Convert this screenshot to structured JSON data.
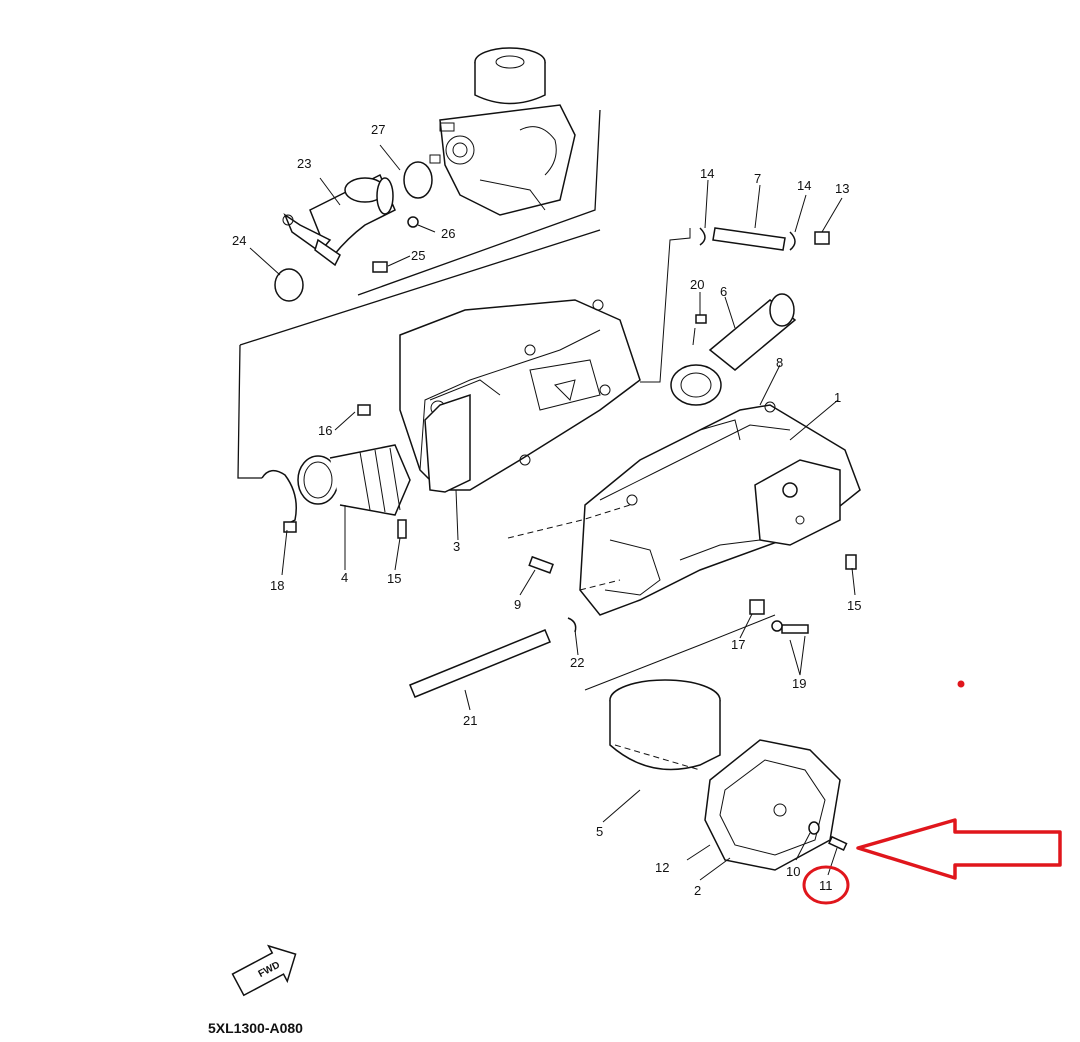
{
  "diagram": {
    "drawing_code": "5XL1300-A080",
    "fwd_label": "FWD",
    "callouts": [
      "1",
      "2",
      "3",
      "4",
      "5",
      "6",
      "7",
      "8",
      "9",
      "10",
      "11",
      "12",
      "13",
      "14",
      "14",
      "15",
      "15",
      "16",
      "17",
      "18",
      "19",
      "20",
      "21",
      "22",
      "23",
      "24",
      "25",
      "26",
      "27"
    ],
    "highlighted_part": "11"
  },
  "colors": {
    "line": "#111111",
    "highlight": "#e0161c",
    "background": "#ffffff"
  }
}
